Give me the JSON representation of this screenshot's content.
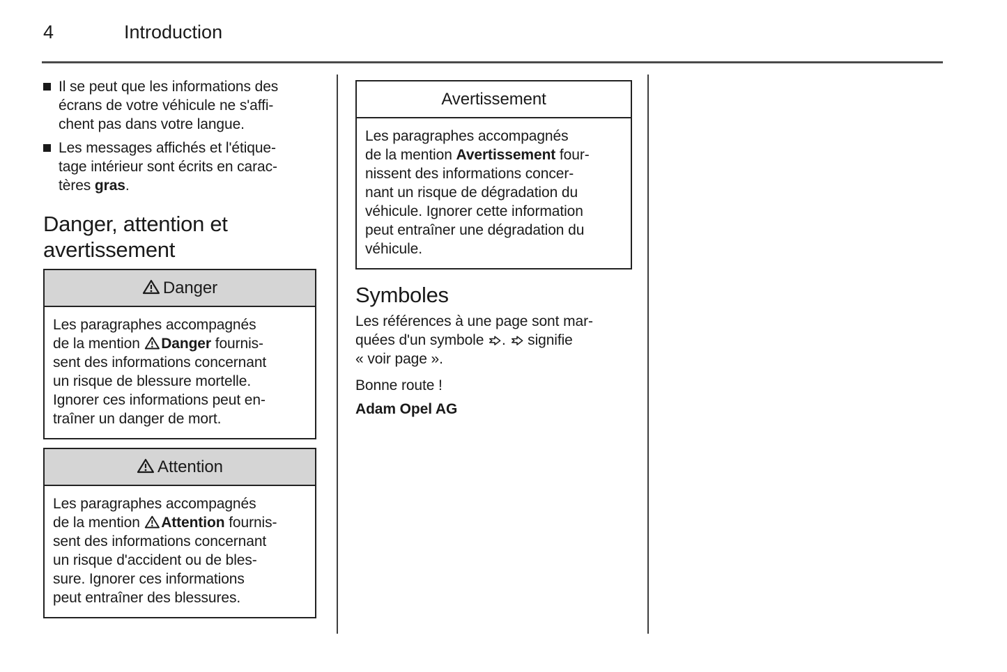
{
  "page": {
    "number": "4",
    "title": "Introduction"
  },
  "left_column": {
    "bullets": [
      "Il se peut que les informations des\nécrans de votre véhicule ne s'affi-\nchent pas dans votre langue.",
      "Les messages affichés et l'étique-\ntage intérieur sont écrits en carac-\ntères **gras**."
    ],
    "section_heading": "Danger, attention et\navertissement",
    "danger_box": {
      "title": "{warn}Danger",
      "body": "Les paragraphes accompagnés\nde la mention {warn}**Danger** fournis-\nsent des informations concernant\nun risque de blessure mortelle.\nIgnorer ces informations peut en-\ntraîner un danger de mort."
    },
    "attention_box": {
      "title": "{warn}Attention",
      "body": "Les paragraphes accompagnés\nde la mention {warn}**Attention** fournis-\nsent des informations concernant\nun risque d'accident ou de bles-\nsure. Ignorer ces informations\npeut entraîner des blessures."
    }
  },
  "middle_column": {
    "warning_box": {
      "title": "Avertissement",
      "body": "Les paragraphes accompagnés\nde la mention **Avertissement** four-\nnissent des informations concer-\nnant un risque de dégradation du\nvéhicule. Ignorer cette information\npeut entraîner une dégradation du\nvéhicule."
    },
    "symbols_heading": "Symboles",
    "symbols_paragraph": "Les références à une page sont mar-\nquées d'un symbole {arrow}. {arrow} signifie\n« voir page ».",
    "closing_line": "Bonne route !",
    "signature": "Adam Opel AG"
  },
  "icons": {
    "warn": "warning-triangle-icon",
    "arrow": "page-reference-arrow-icon"
  },
  "colors": {
    "text": "#1a1a1a",
    "box_border": "#222222",
    "box_header_bg": "#d5d5d5",
    "rule": "#4a4a4a",
    "divider": "#3d3d3d",
    "page_bg": "#ffffff"
  }
}
